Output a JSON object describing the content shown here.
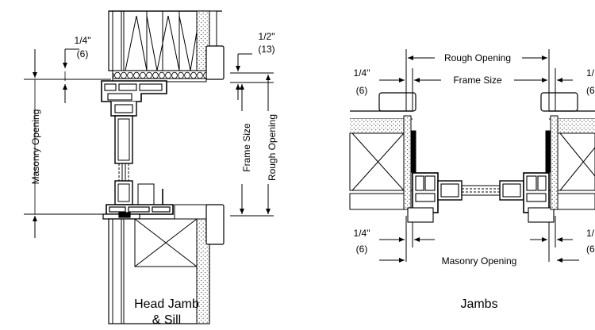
{
  "head_sill": {
    "quarter_in": "1/4\"",
    "quarter_mm": "(6)",
    "half_in": "1/2\"",
    "half_mm": "(13)",
    "masonry_opening": "Masonry Opening",
    "frame_size": "Frame Size",
    "rough_opening": "Rough Opening",
    "caption_line1": "Head Jamb",
    "caption_line2": "& Sill"
  },
  "jambs": {
    "rough_opening": "Rough Opening",
    "frame_size": "Frame Size",
    "masonry_opening": "Masonry Opening",
    "top_left_in": "1/4\"",
    "top_left_mm": "(6)",
    "top_right_in": "1/",
    "top_right_mm": "(6",
    "bottom_left_in": "1/4\"",
    "bottom_left_mm": "(6)",
    "bottom_right_in": "1/",
    "bottom_right_mm": "(6",
    "caption": "Jambs"
  }
}
